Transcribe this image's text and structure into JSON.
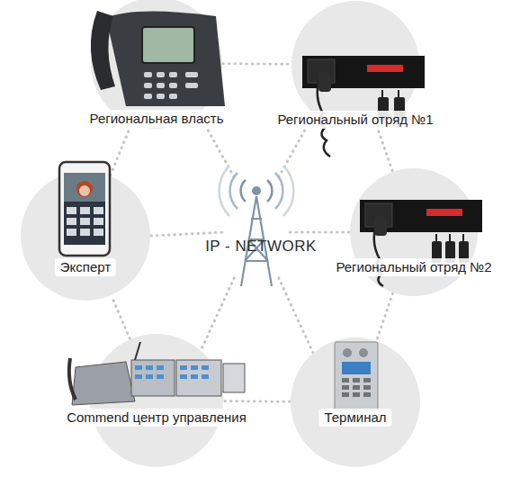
{
  "diagram": {
    "nodes": [
      {
        "text": [
          "Региональная власть"
        ]
      },
      {
        "text": [
          "Региональный отряд №1"
        ]
      },
      {
        "text": [
          "Эксперт"
        ]
      },
      {
        "text": [
          "Региональный отряд №2"
        ]
      },
      {
        "text": [
          "Commend центр управления"
        ]
      },
      {
        "text": [
          "Терминал"
        ]
      }
    ],
    "edges": [
      {
        "from": 0,
        "to": 1,
        "arrow": "none"
      },
      {
        "from": 1,
        "to": 3,
        "arrow": "none"
      },
      {
        "from": 3,
        "to": 5,
        "arrow": "none"
      },
      {
        "from": 5,
        "to": 4,
        "arrow": "none"
      },
      {
        "from": 4,
        "to": 2,
        "arrow": "none"
      },
      {
        "from": 2,
        "to": 0,
        "arrow": "none"
      }
    ],
    "labels": [
      "IP - NETWORK"
    ]
  }
}
